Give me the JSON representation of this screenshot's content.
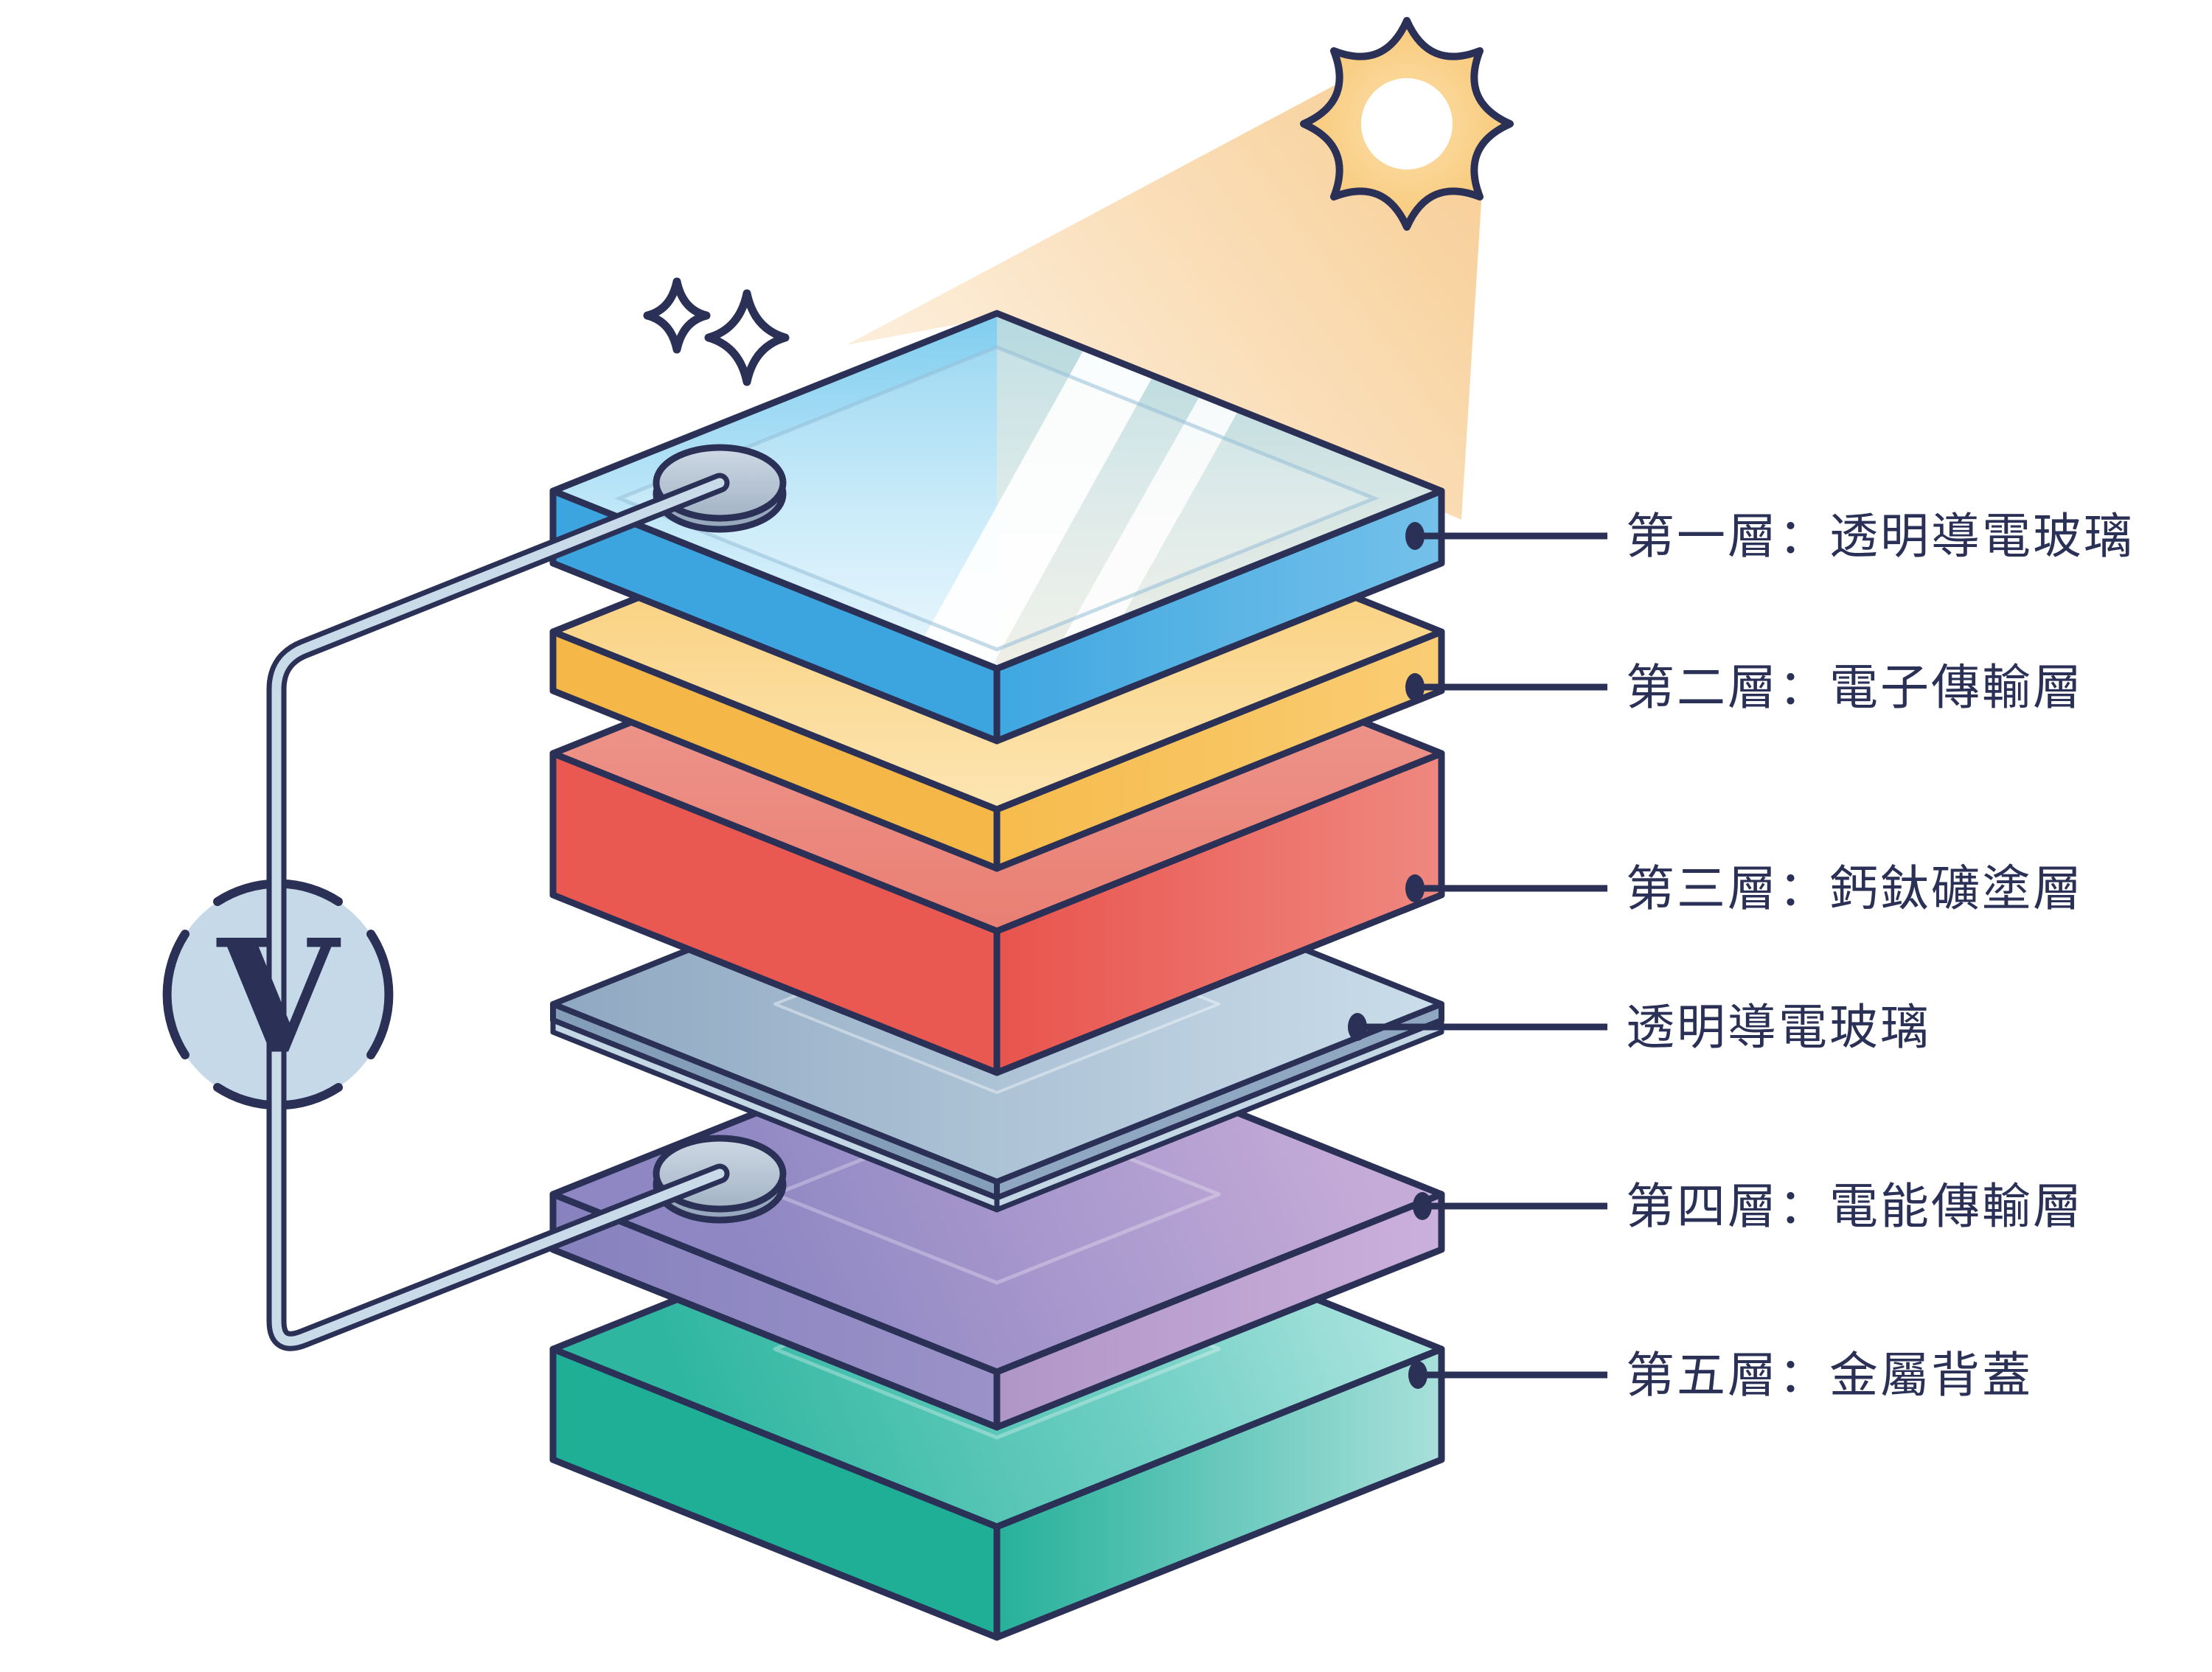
{
  "annotations": [
    {
      "text": "第一層：透明導電玻璃",
      "layer_color": "#45A9E2"
    },
    {
      "text": "第二層：電子傳輸層",
      "layer_color": "#F6BC4F"
    },
    {
      "text": "第三層：鈣鈦礦塗層",
      "layer_color": "#EA5951"
    },
    {
      "text": "透明導電玻璃",
      "layer_color": "#9FB7CC"
    },
    {
      "text": "第四層：電能傳輸層",
      "layer_color": "#A292CB"
    },
    {
      "text": "第五層：金屬背蓋",
      "layer_color": "#1FAF97"
    }
  ],
  "voltmeter": {
    "symbol": "V"
  },
  "icons": {
    "sun": "sun-icon",
    "sparkle": "sparkle-icon",
    "electrode": "electrode-disc"
  },
  "palette": {
    "outline": "#2B3156",
    "text": "#2B3156",
    "wire_core": "#C9DAE8",
    "beam": "#F8D29B",
    "sun_fill": "#F9CB7E",
    "meter_fill": "#C6D9E8"
  }
}
